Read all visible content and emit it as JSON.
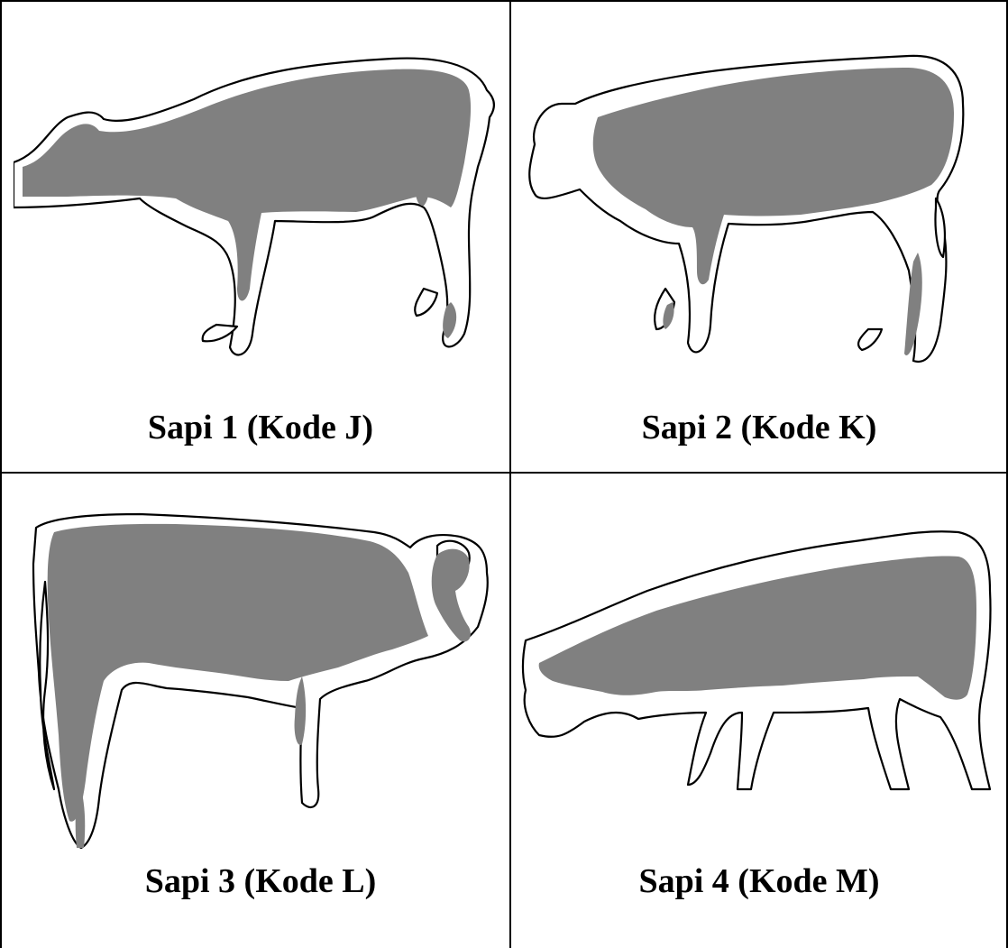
{
  "panels": [
    {
      "label": "Sapi 1 (Kode J)"
    },
    {
      "label": "Sapi 2 (Kode K)"
    },
    {
      "label": "Sapi 3 (Kode L)"
    },
    {
      "label": "Sapi 4 (Kode M)"
    }
  ],
  "colors": {
    "body_fill": "#808080",
    "outline": "#000000",
    "background": "#ffffff"
  }
}
